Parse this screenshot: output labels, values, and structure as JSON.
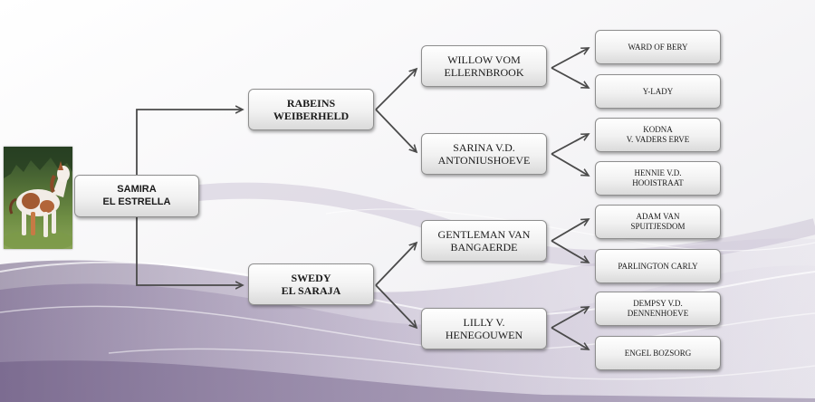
{
  "colors": {
    "connector": "#4a4a4a",
    "box_border": "#8e8e8e",
    "swoosh": "#6e5a86"
  },
  "photo": {
    "icon": "foal-photo",
    "label": ""
  },
  "pedigree": {
    "subject": "SAMIRA\nEL ESTRELLA",
    "sire": "RABEINS\nWEIBERHELD",
    "dam": "SWEDY\nEL SARAJA",
    "sire_sire": "WILLOW VOM\nELLERNBROOK",
    "sire_dam": "SARINA V.D.\nANTONIUSHOEVE",
    "dam_sire": "GENTLEMAN VAN\nBANGAERDE",
    "dam_dam": "LILLY V.\nHENEGOUWEN",
    "sire_sire_sire": "WARD OF BERY",
    "sire_sire_dam": "Y-LADY",
    "sire_dam_sire": "KODNA\nV. VADERS ERVE",
    "sire_dam_dam": "HENNIE V.D.\nHOOISTRAAT",
    "dam_sire_sire": "ADAM VAN\nSPUITJESDOM",
    "dam_sire_dam": "PARLINGTON CARLY",
    "dam_dam_sire": "DEMPSY V.D.\nDENNENHOEVE",
    "dam_dam_dam": "ENGEL BOZSORG"
  }
}
